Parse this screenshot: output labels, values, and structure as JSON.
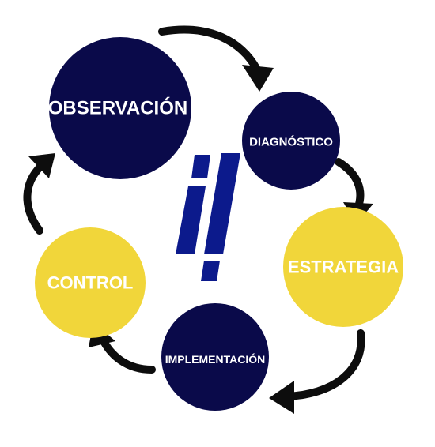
{
  "diagram": {
    "center_logo": "i!",
    "colors": {
      "navy": "#0a0a4a",
      "yellow": "#f1d63a",
      "arrow": "#0d0d0d",
      "logo_blue": "#0c1a8c",
      "text_light": "#ffffff"
    },
    "nodes": [
      {
        "id": "observacion",
        "label": "OBSERVACIÓN",
        "color": "navy"
      },
      {
        "id": "diagnostico",
        "label": "DIAGNÓSTICO",
        "color": "navy"
      },
      {
        "id": "estrategia",
        "label": "ESTRATEGIA",
        "color": "yellow"
      },
      {
        "id": "implementacion",
        "label": "IMPLEMENTACIÓN",
        "color": "navy"
      },
      {
        "id": "control",
        "label": "CONTROL",
        "color": "yellow"
      }
    ],
    "edges": [
      {
        "from": "observacion",
        "to": "diagnostico"
      },
      {
        "from": "diagnostico",
        "to": "estrategia"
      },
      {
        "from": "estrategia",
        "to": "implementacion"
      },
      {
        "from": "implementacion",
        "to": "control"
      },
      {
        "from": "control",
        "to": "observacion"
      }
    ]
  }
}
